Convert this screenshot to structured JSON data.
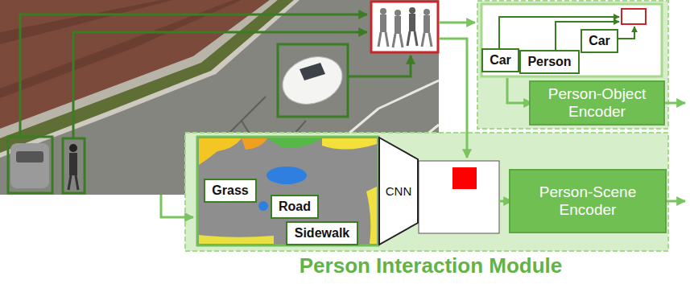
{
  "diagram": {
    "nodes": [
      {
        "text": [
          "Car"
        ]
      },
      {
        "text": [
          "Person"
        ]
      },
      {
        "text": [
          "Car"
        ]
      },
      {
        "text": [
          "Person-Object Encoder"
        ]
      },
      {
        "text": [
          "Person Interaction Module"
        ]
      },
      {
        "text": [
          "Grass"
        ],
        "in": 4
      },
      {
        "text": [
          "Road"
        ],
        "in": 4
      },
      {
        "text": [
          "Sidewalk"
        ],
        "in": 4
      },
      {
        "text": [
          "CNN"
        ],
        "in": 4
      },
      {
        "text": [
          "Person-Scene Encoder"
        ],
        "in": 4
      }
    ]
  }
}
